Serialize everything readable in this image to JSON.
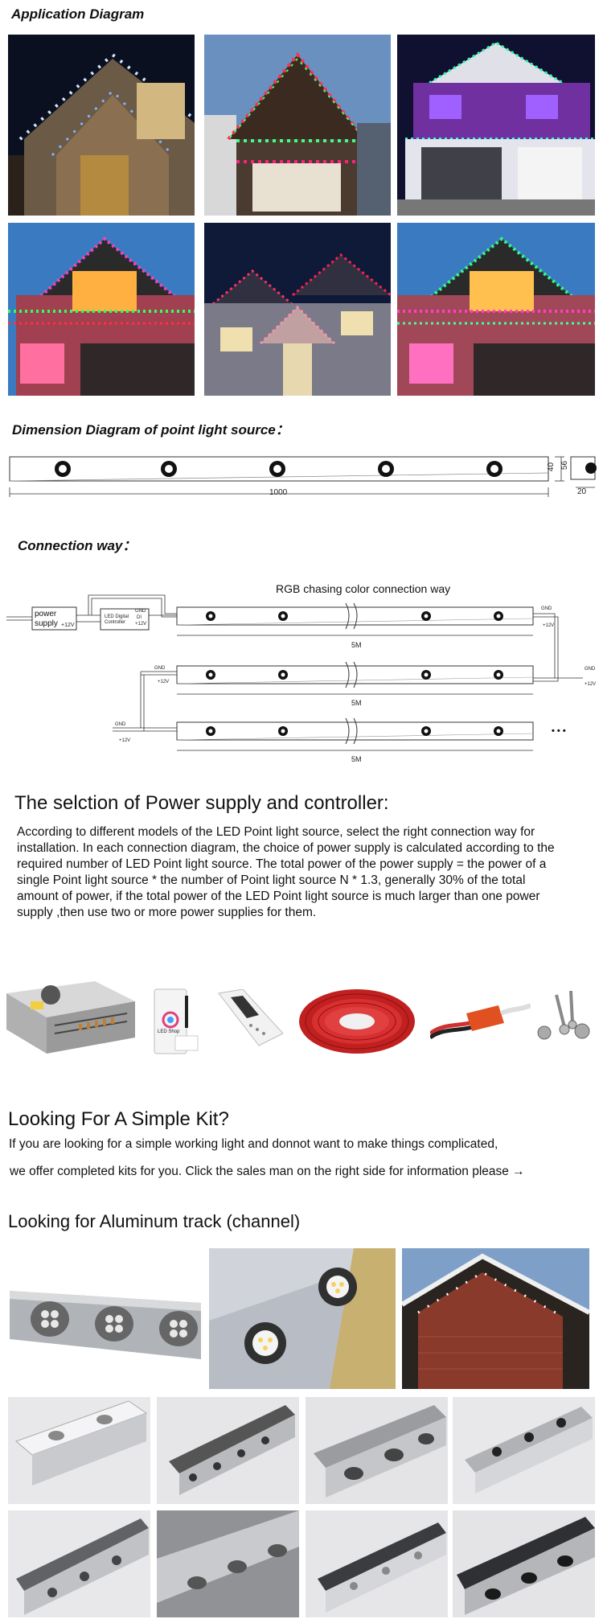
{
  "application": {
    "heading": "Application Diagram"
  },
  "dimension": {
    "heading": "Dimension Diagram of point light source：",
    "length_label": "1000",
    "height_label": "40",
    "side_label": "56",
    "depth_label": "20"
  },
  "connection": {
    "heading": "Connection way：",
    "diagram_title": "RGB chasing color  connection way",
    "power_label_1": "power",
    "power_label_2": "supply",
    "power_voltage": "+12V",
    "controller_label_1": "LED Digital",
    "controller_label_2": "Controller",
    "ctrl_gnd": "GND",
    "ctrl_di": "DI",
    "ctrl_v": "+12V",
    "gnd_label": "GND",
    "v12_label": "+12V",
    "length_label": "5M",
    "ellipsis": "• • •"
  },
  "selection": {
    "title": "The selction of Power supply and controller:",
    "lines": [
      "According to different models of the LED Point light source, select the right connection way for",
      "installation. In each connection diagram, the choice of power supply is calculated according to the",
      "required number of LED Point light source. The total power of the power supply = the power of a",
      " single Point light source  * the number of Point light source N * 1.3, generally 30% of the total",
      "amount of power, if the total power of the LED Point light source is much larger than one power",
      "supply ,then use two or more power supplies for them."
    ]
  },
  "kit": {
    "title": "Looking For A Simple Kit?",
    "line1": "If you are looking for a simple working light and donnot want to make things complicated,",
    "line2": " we offer completed kits for you. Click the sales man on the right side for information please →"
  },
  "aluminum": {
    "title": "Looking for Aluminum track (channel)"
  },
  "controller_box": {
    "brand": "LED Shop"
  }
}
